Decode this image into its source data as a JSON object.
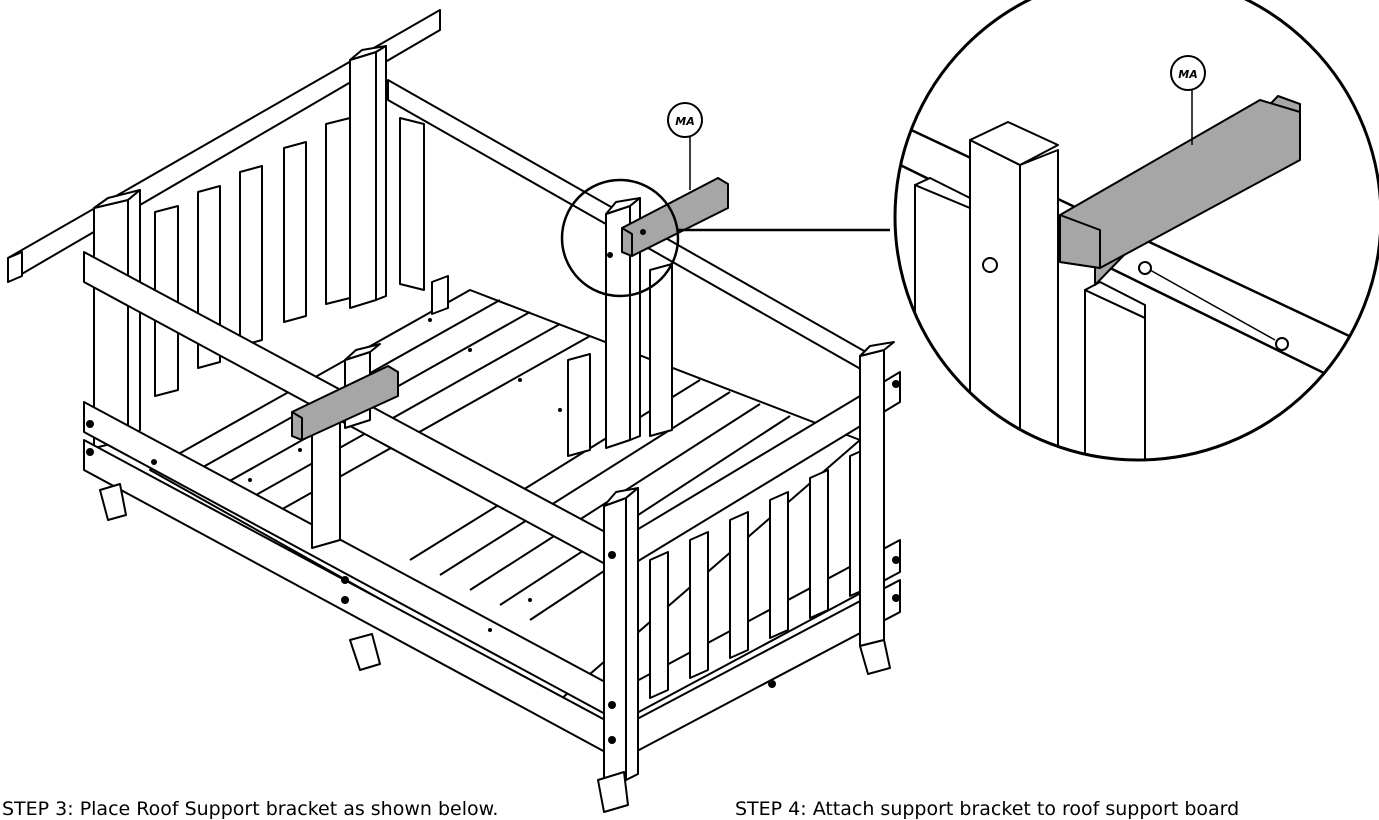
{
  "callouts": {
    "main_part": "MA",
    "detail_part": "MA"
  },
  "captions": {
    "step3": "STEP 3:  Place Roof Support bracket as shown below.",
    "step4": "STEP 4:  Attach support bracket to roof support board"
  },
  "colors": {
    "line": "#000000",
    "highlight": "#a6a6a6",
    "background": "#ffffff"
  }
}
